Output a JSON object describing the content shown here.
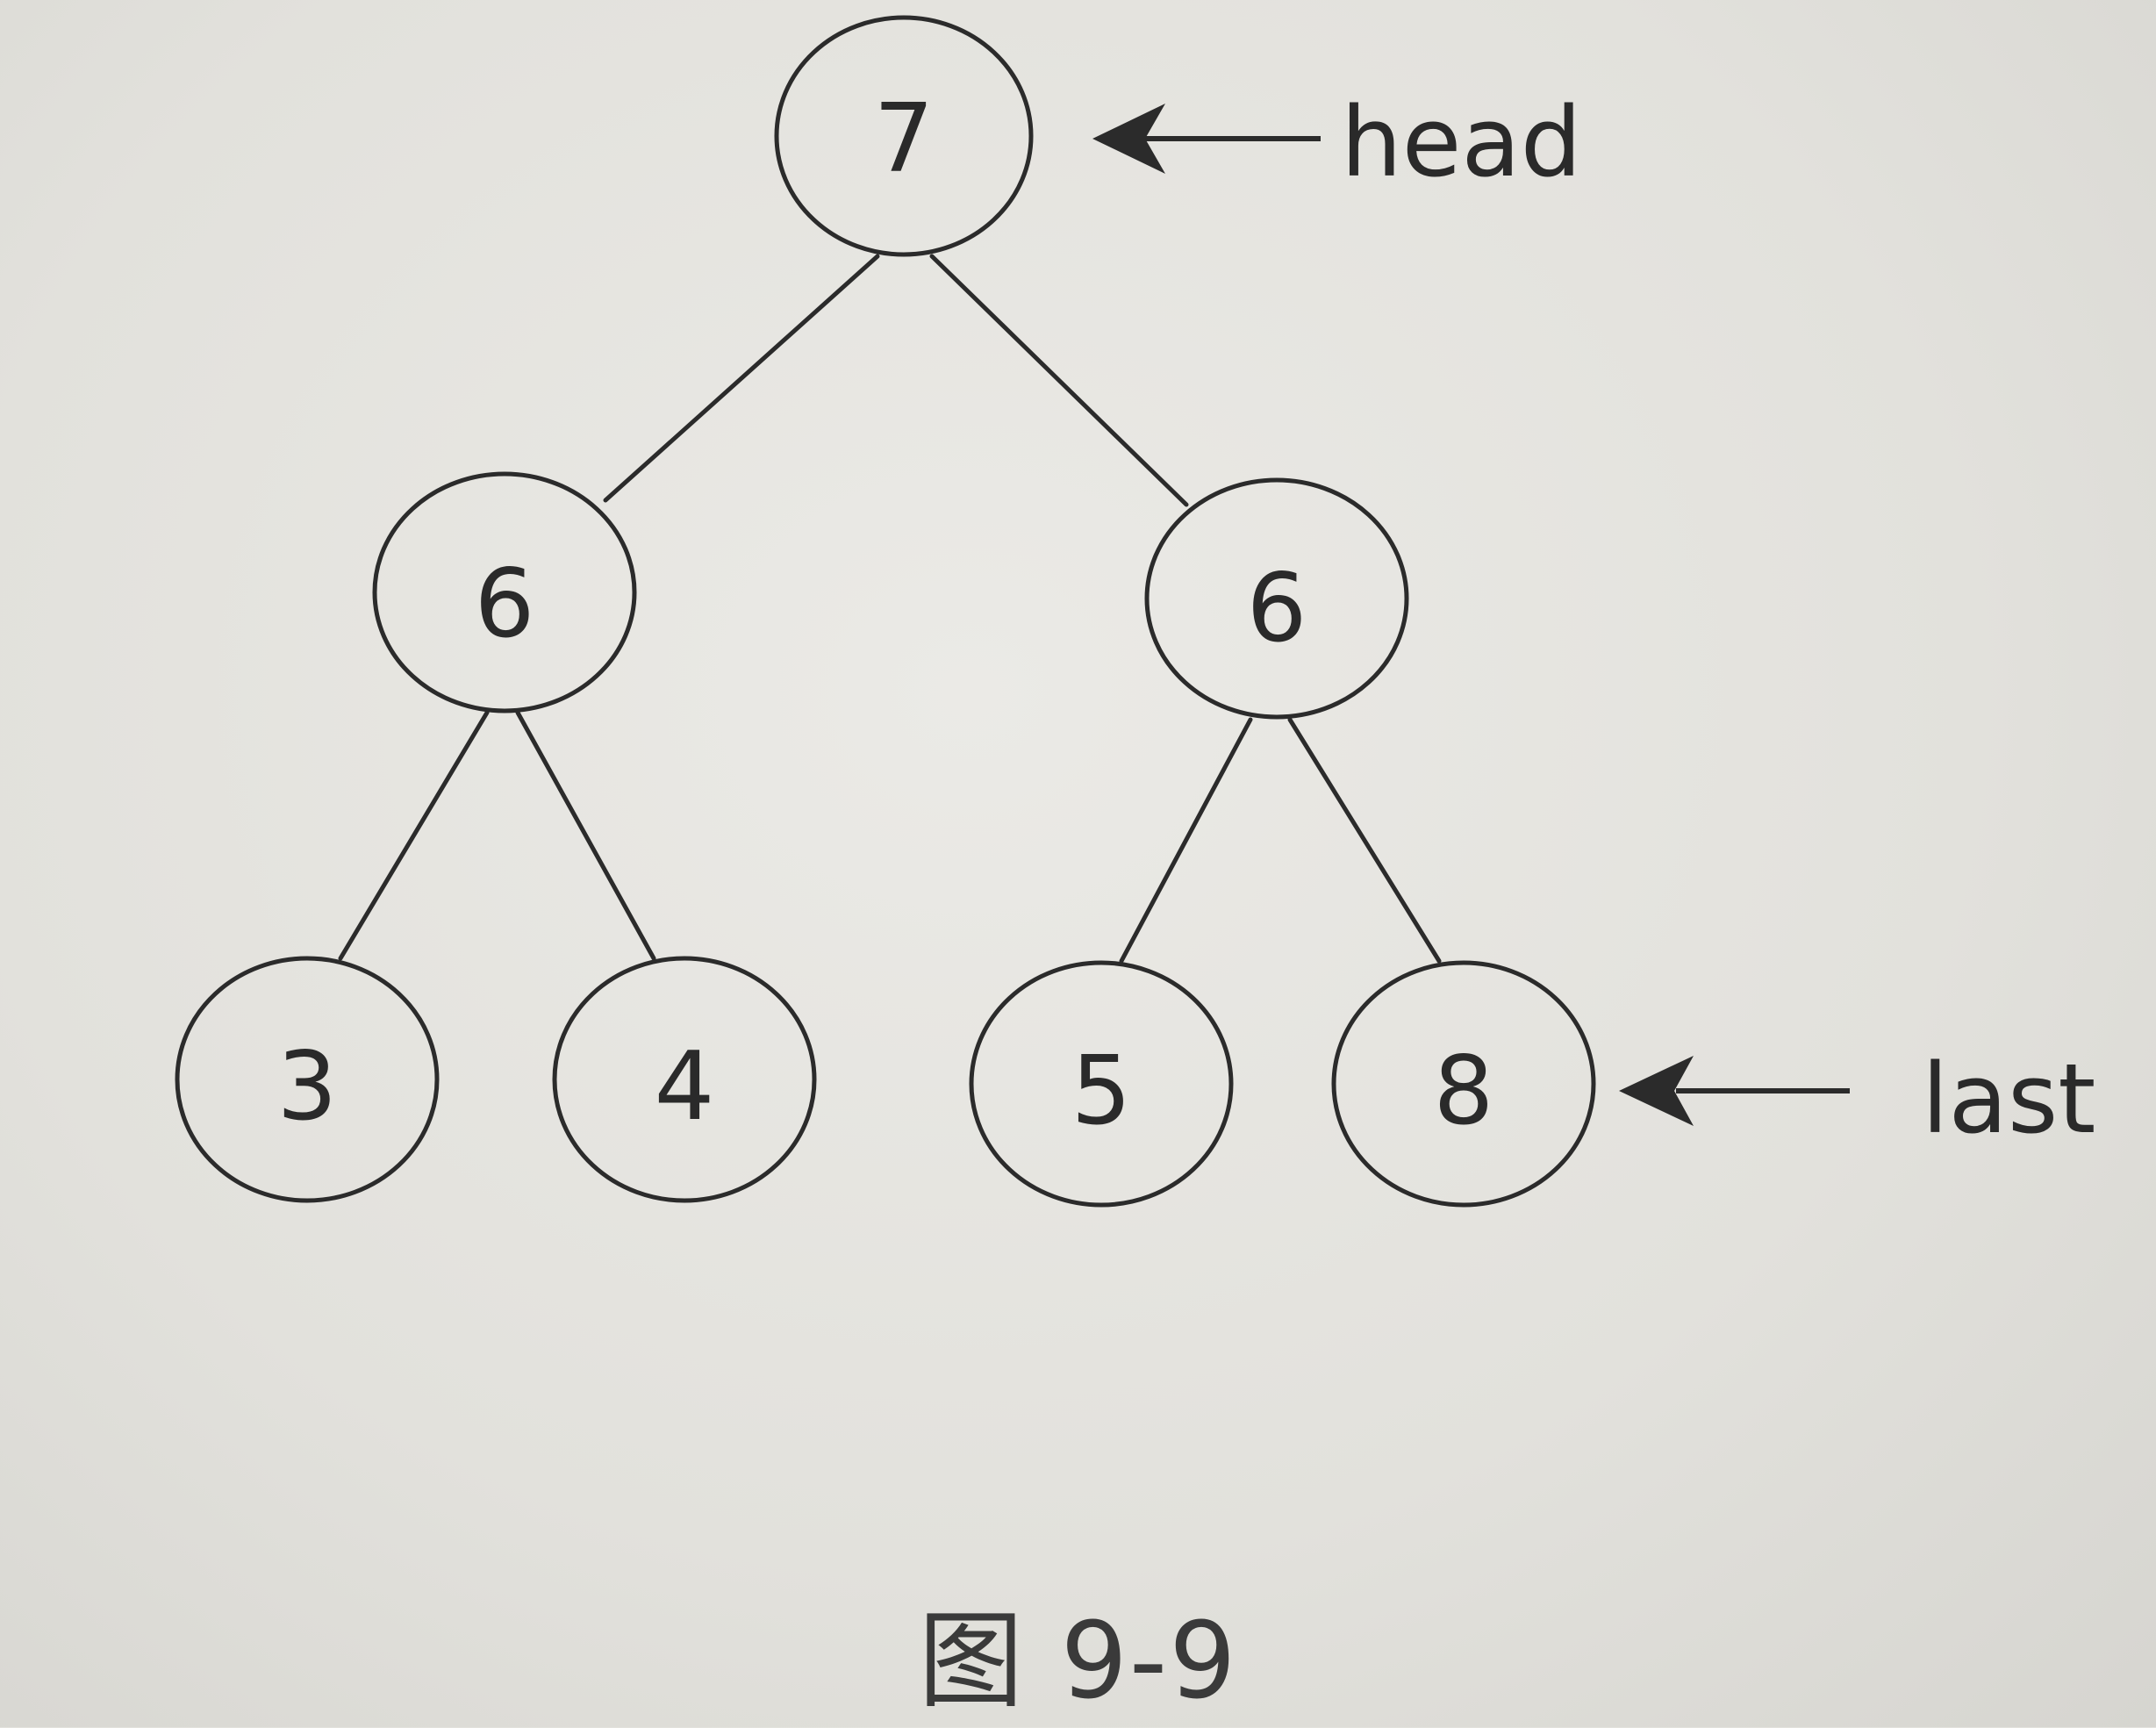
{
  "diagram": {
    "nodes": [
      {
        "id": "root",
        "label": "7"
      },
      {
        "id": "l1-left",
        "label": "6"
      },
      {
        "id": "l1-right",
        "label": "6"
      },
      {
        "id": "leaf-1",
        "label": "3"
      },
      {
        "id": "leaf-2",
        "label": "4"
      },
      {
        "id": "leaf-3",
        "label": "5"
      },
      {
        "id": "leaf-4",
        "label": "8"
      }
    ],
    "edges": [
      {
        "from": "root",
        "to": "l1-left"
      },
      {
        "from": "root",
        "to": "l1-right"
      },
      {
        "from": "l1-left",
        "to": "leaf-1"
      },
      {
        "from": "l1-left",
        "to": "leaf-2"
      },
      {
        "from": "l1-right",
        "to": "leaf-3"
      },
      {
        "from": "l1-right",
        "to": "leaf-4"
      }
    ],
    "pointers": {
      "head": {
        "label": "head",
        "target": "root"
      },
      "last": {
        "label": "last",
        "target": "leaf-4"
      }
    }
  },
  "caption": "图 9-9",
  "colors": {
    "ink": "#2b2b2b",
    "paper": "#e3e2dd"
  }
}
